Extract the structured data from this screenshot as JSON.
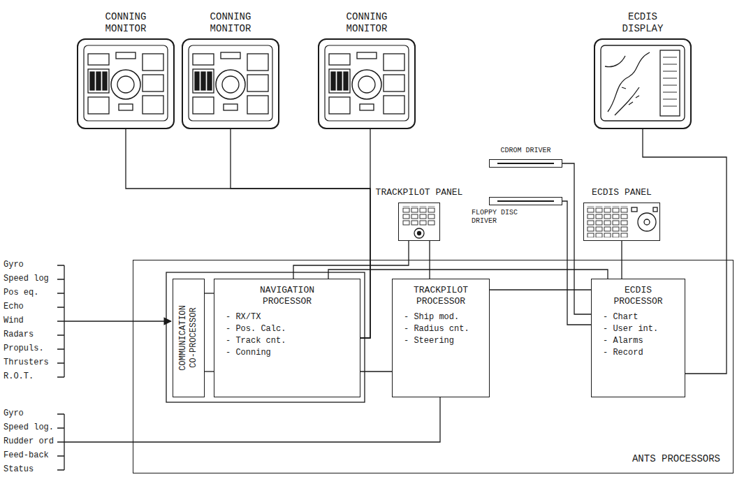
{
  "diagram": {
    "nodes": [
      {
        "text": [
          "CONNING MONITOR"
        ]
      },
      {
        "text": [
          "CONNING MONITOR"
        ]
      },
      {
        "text": [
          "CONNING MONITOR"
        ]
      },
      {
        "text": [
          "ECDIS DISPLAY"
        ]
      },
      {
        "text": [
          "CDROM DRIVER"
        ]
      },
      {
        "text": [
          "TRACKPILOT PANEL"
        ]
      },
      {
        "text": [
          "FLOPPY DISC DRIVER"
        ]
      },
      {
        "text": [
          "ECDIS PANEL"
        ]
      },
      {
        "text": [
          "ANTS PROCESSORS"
        ]
      },
      {
        "text": [
          "COMMUNICATION CO-PROCESSOR"
        ],
        "in": 8
      },
      {
        "text": [
          "NAVIGATION PROCESSOR",
          "- RX/TX",
          "- Pos. Calc.",
          "- Track cnt.",
          "- Conning"
        ],
        "in": 8
      },
      {
        "text": [
          "TRACKPILOT PROCESSOR",
          "- Ship mod.",
          "- Radius cnt.",
          "- Steering"
        ],
        "in": 8
      },
      {
        "text": [
          "ECDIS PROCESSOR",
          "- Chart",
          "- User int.",
          "- Alarms",
          "- Record"
        ],
        "in": 8
      }
    ],
    "edges": [
      {
        "from": 0,
        "to": 10,
        "arrow": "none"
      },
      {
        "from": 1,
        "to": 10,
        "arrow": "none"
      },
      {
        "from": 2,
        "to": 10,
        "arrow": "none"
      },
      {
        "from": 3,
        "to": 12,
        "arrow": "none"
      },
      {
        "from": 4,
        "to": 12,
        "arrow": "none"
      },
      {
        "from": 5,
        "to": 10,
        "arrow": "none"
      },
      {
        "from": 5,
        "to": 11,
        "arrow": "none"
      },
      {
        "from": 6,
        "to": 12,
        "arrow": "none"
      },
      {
        "from": 7,
        "to": 12,
        "arrow": "none"
      },
      {
        "from": 9,
        "to": 10,
        "arrow": "none"
      },
      {
        "from": 9,
        "to": 10,
        "arrow": "none"
      },
      {
        "from": 10,
        "to": 11,
        "arrow": "none"
      },
      {
        "from": 10,
        "to": 12,
        "arrow": "none"
      },
      {
        "from": 11,
        "to": 12,
        "arrow": "none"
      }
    ],
    "labels": [
      "Gyro",
      "Speed log",
      "Pos eq.",
      "Echo",
      "Wind",
      "Radars",
      "Propuls.",
      "Thrusters",
      "R.O.T.",
      "Gyro",
      "Speed log.",
      "Rudder ord",
      "Feed-back",
      "Status"
    ]
  }
}
